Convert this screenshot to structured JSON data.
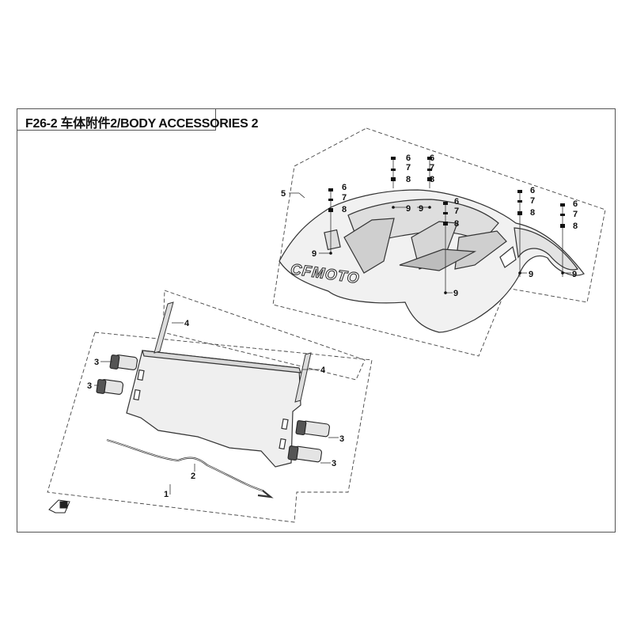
{
  "diagram": {
    "title": "F26-2 车体附件2/BODY ACCESSORIES 2",
    "logo_text": "CFMOTO",
    "callouts": {
      "n1": "1",
      "n2": "2",
      "n3": "3",
      "n4": "4",
      "n5": "5",
      "n6": "6",
      "n7": "7",
      "n8": "8",
      "n9": "9"
    }
  }
}
